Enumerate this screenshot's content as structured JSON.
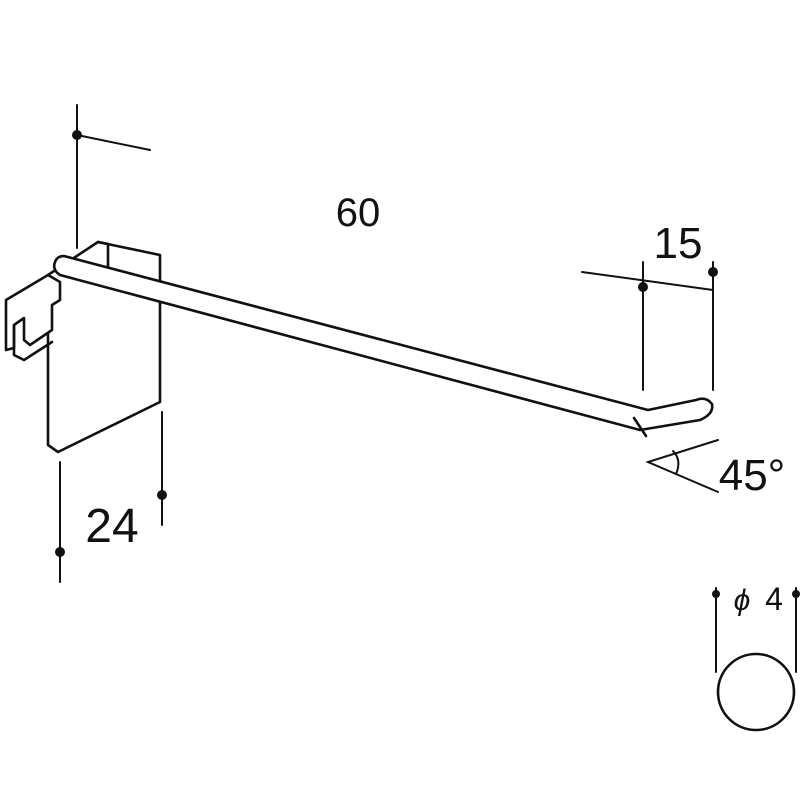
{
  "dimensions": {
    "length": "60",
    "hook_length": "15",
    "bracket_height": "24",
    "hook_angle": "45°",
    "wire_diameter_symbol": "ϕ",
    "wire_diameter": "4"
  },
  "colors": {
    "line": "#111111",
    "background": "#ffffff"
  }
}
